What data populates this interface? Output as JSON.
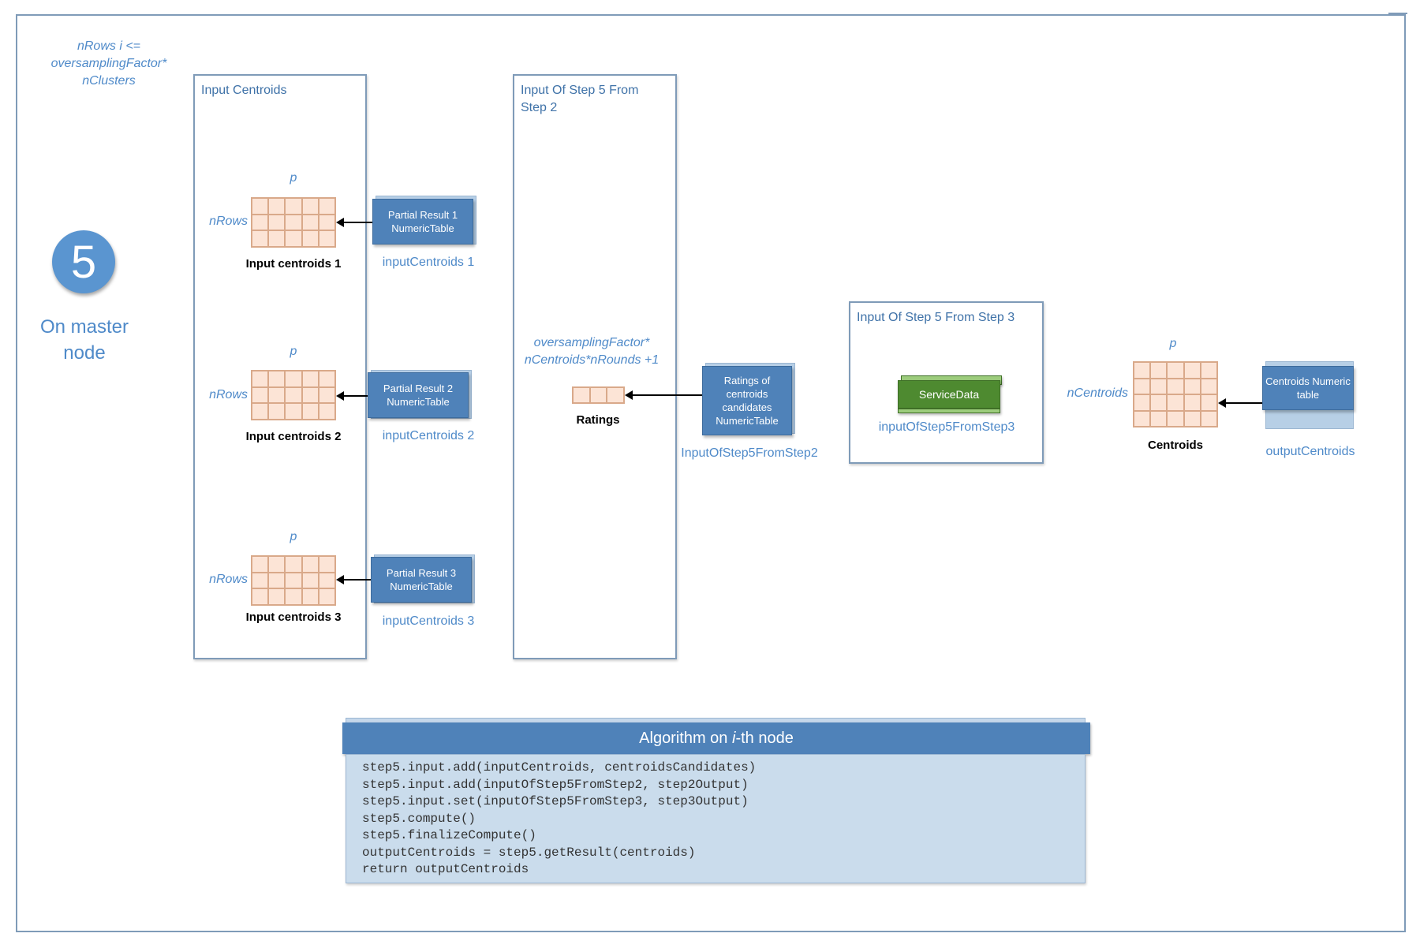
{
  "step": {
    "number": "5",
    "node_label": "On master node",
    "rows_note": "nRows i <= oversamplingFactor* nClusters"
  },
  "input_centroids_panel": {
    "title": "Input Centroids",
    "items": [
      {
        "col_label": "p",
        "row_label": "nRows",
        "caption": "Input centroids 1",
        "table_label": "Partial Result 1 NumericTable",
        "input_name": "inputCentroids 1"
      },
      {
        "col_label": "p",
        "row_label": "nRows",
        "caption": "Input centroids 2",
        "table_label": "Partial Result 2 NumericTable",
        "input_name": "inputCentroids 2"
      },
      {
        "col_label": "p",
        "row_label": "nRows",
        "caption": "Input centroids 3",
        "table_label": "Partial Result 3 NumericTable",
        "input_name": "inputCentroids 3"
      }
    ]
  },
  "step2_panel": {
    "title": "Input Of Step 5 From Step 2",
    "size_note": "oversamplingFactor* nCentroids*nRounds +1",
    "caption": "Ratings",
    "table_label": "Ratings of centroids candidates NumericTable",
    "input_name": "InputOfStep5FromStep2"
  },
  "step3_panel": {
    "title": "Input Of Step 5 From Step 3",
    "service_label": "ServiceData",
    "input_name": "inputOfStep5FromStep3"
  },
  "output": {
    "col_label": "p",
    "row_label": "nCentroids",
    "caption": "Centroids",
    "table_label": "Centroids Numeric table",
    "output_name": "outputCentroids"
  },
  "algorithm": {
    "title_prefix": "Algorithm on ",
    "title_italic": "i",
    "title_suffix": "-th node",
    "code": [
      "step5.input.add(inputCentroids, centroidsCandidates)",
      "step5.input.add(inputOfStep5FromStep2, step2Output)",
      "step5.input.set(inputOfStep5FromStep3, step3Output)",
      "step5.compute()",
      "step5.finalizeCompute()",
      "outputCentroids = step5.getResult(centroids)",
      "return outputCentroids"
    ]
  },
  "colors": {
    "accent_blue": "#4f82b9",
    "label_blue": "#4f8ac9",
    "grid_fill": "#fce4d6",
    "service_green": "#4e8a30",
    "code_bg": "#cadcec"
  }
}
